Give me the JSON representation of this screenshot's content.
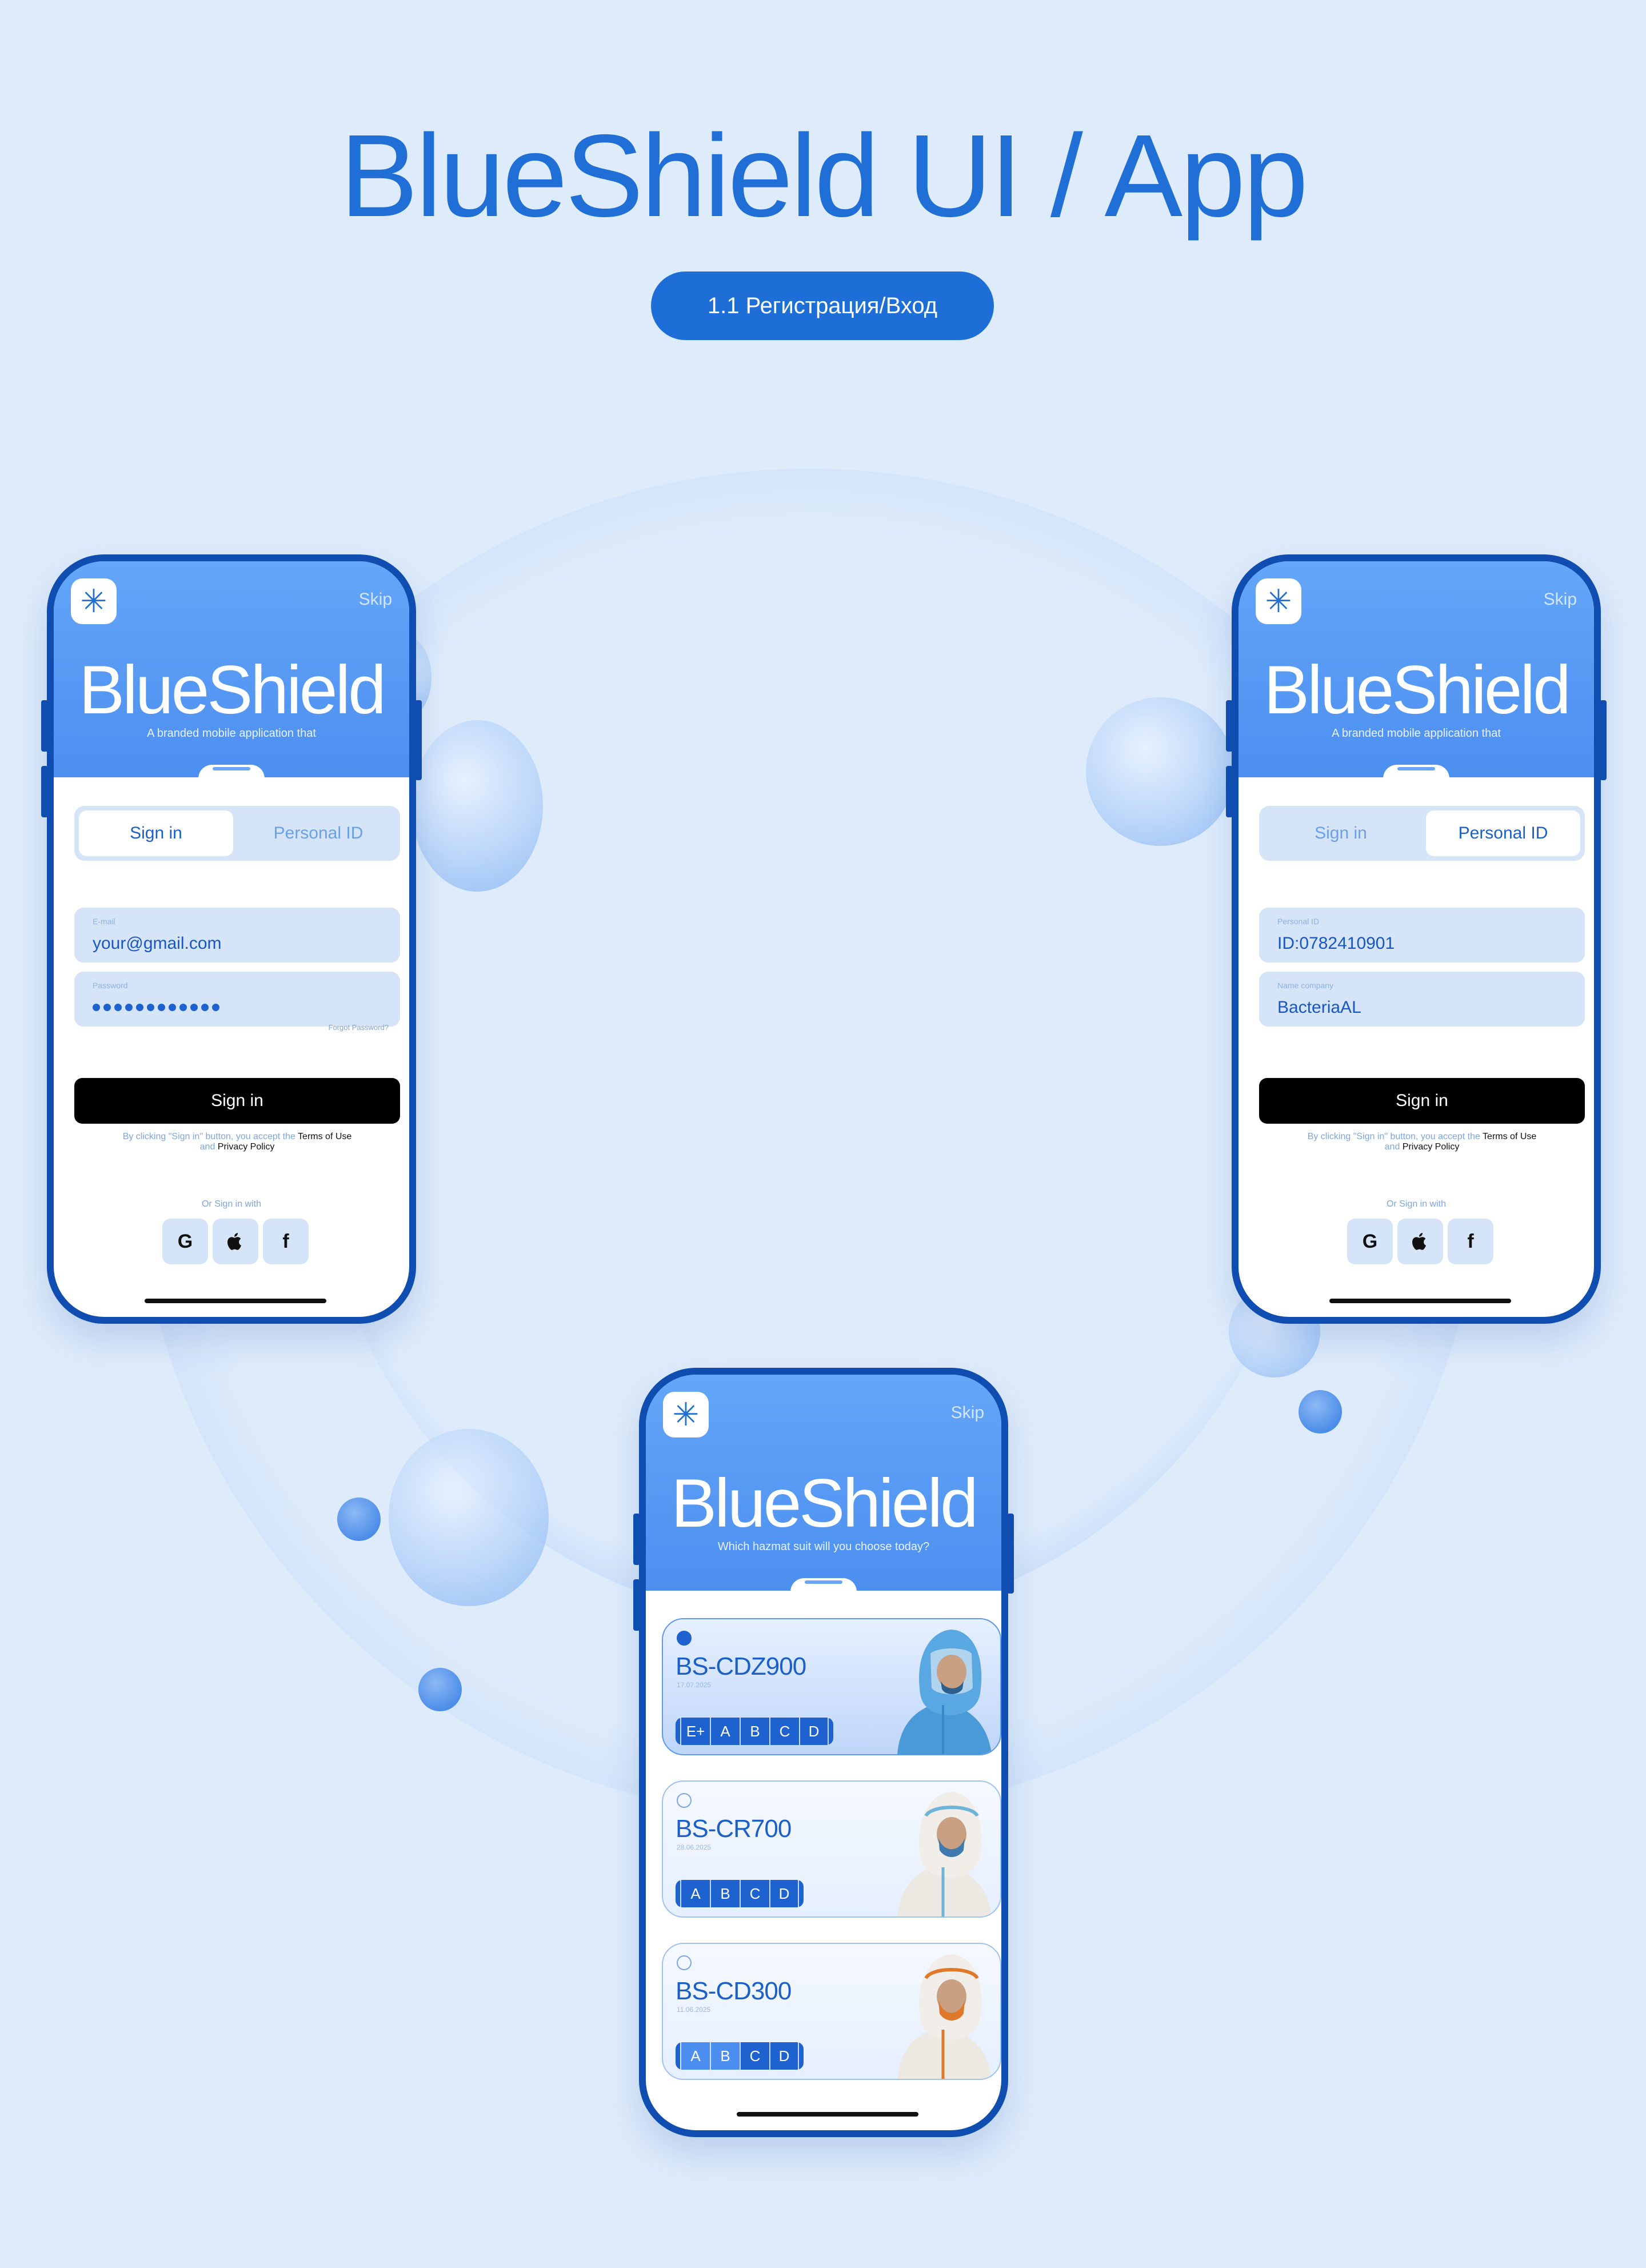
{
  "header": {
    "title": "BlueShield UI / App",
    "section": "1.1 Регистрация/Вход"
  },
  "colors": {
    "background": "#deebfb",
    "accent": "#1e6ed8",
    "hero": "#4c8ff0",
    "phone_frame": "#0f4db0"
  },
  "phone_left": {
    "app_icon": "asterisk-icon",
    "skip": "Skip",
    "brand": "BlueShield",
    "tagline": "A branded mobile application that",
    "tabs": [
      {
        "label": "Sign in",
        "active": true
      },
      {
        "label": "Personal ID",
        "active": false
      }
    ],
    "email_label": "E-mail",
    "email_value": "your@gmail.com",
    "password_label": "Password",
    "password_mask_count": 12,
    "forgot": "Forgot Password?",
    "sign_in": "Sign in",
    "terms_prefix": "By clicking \"Sign in\" button, you accept the ",
    "terms_link": "Terms of Use",
    "terms_and": "and ",
    "privacy_link": "Privacy Policy",
    "or_with": "Or Sign in with",
    "social": [
      {
        "icon": "google-icon",
        "glyph": "G"
      },
      {
        "icon": "apple-icon",
        "glyph": ""
      },
      {
        "icon": "facebook-icon",
        "glyph": "f"
      }
    ]
  },
  "phone_right": {
    "app_icon": "asterisk-icon",
    "skip": "Skip",
    "brand": "BlueShield",
    "tagline": "A branded mobile application that",
    "tabs": [
      {
        "label": "Sign in",
        "active": false
      },
      {
        "label": "Personal ID",
        "active": true
      }
    ],
    "id_label": "Personal ID",
    "id_value": "ID:0782410901",
    "company_label": "Name company",
    "company_value": "BacteriaAL",
    "sign_in": "Sign in",
    "terms_prefix": "By clicking \"Sign in\" button, you accept the ",
    "terms_link": "Terms of Use",
    "terms_and": "and ",
    "privacy_link": "Privacy Policy",
    "or_with": "Or Sign in with",
    "social": [
      {
        "icon": "google-icon",
        "glyph": "G"
      },
      {
        "icon": "apple-icon",
        "glyph": ""
      },
      {
        "icon": "facebook-icon",
        "glyph": "f"
      }
    ]
  },
  "phone_center": {
    "app_icon": "asterisk-icon",
    "skip": "Skip",
    "brand": "BlueShield",
    "tagline": "Which hazmat suit will you choose today?",
    "suits": [
      {
        "name": "BS-CDZ900",
        "date": "17.07.2025",
        "grades": [
          "E+",
          "A",
          "B",
          "C",
          "D"
        ],
        "selected": true,
        "suit_color": "#4a9ad8",
        "trim_color": "#3a86c8"
      },
      {
        "name": "BS-CR700",
        "date": "28.06.2025",
        "grades": [
          "A",
          "B",
          "C",
          "D"
        ],
        "selected": false,
        "suit_color": "#ece9e3",
        "trim_color": "#6fb4d8"
      },
      {
        "name": "BS-CD300",
        "date": "11.06.2025",
        "grades": [
          "A",
          "B",
          "C",
          "D"
        ],
        "selected": false,
        "suit_color": "#ece9e3",
        "trim_color": "#e0782b"
      }
    ]
  }
}
